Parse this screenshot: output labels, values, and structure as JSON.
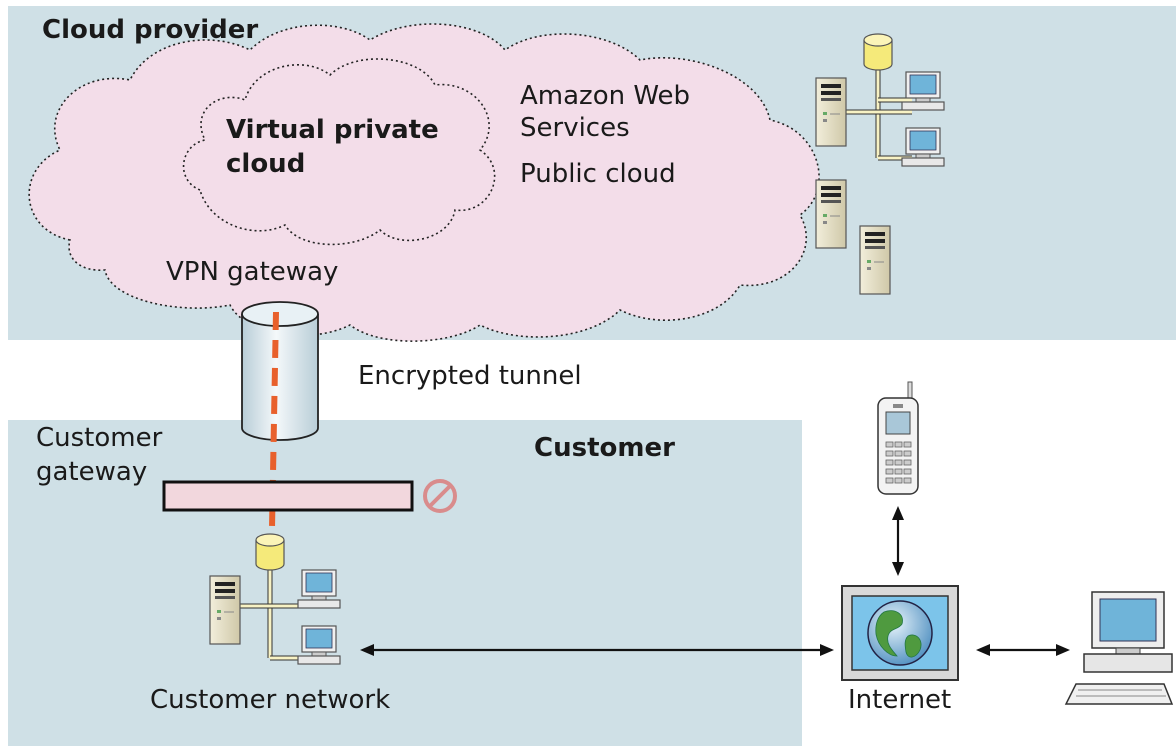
{
  "regions": {
    "cloud_provider": "Cloud provider",
    "customer": "Customer"
  },
  "cloud": {
    "vpc_line1": "Virtual private",
    "vpc_line2": "cloud",
    "aws_line1": "Amazon Web",
    "aws_line2": "Services",
    "public": "Public cloud",
    "vpn_gateway": "VPN gateway"
  },
  "tunnel": {
    "label": "Encrypted tunnel"
  },
  "customer": {
    "gateway_line1": "Customer",
    "gateway_line2": "gateway",
    "network": "Customer network"
  },
  "internet": {
    "label": "Internet"
  },
  "colors": {
    "region_bg": "#cfe0e6",
    "cloud_fill": "#f3dde9",
    "tunnel_dash": "#e8602c",
    "block_icon": "#d98c8c"
  }
}
